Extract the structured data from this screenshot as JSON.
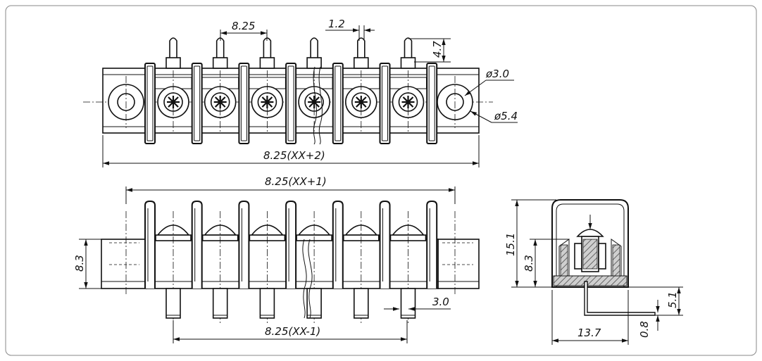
{
  "dimensions": {
    "pitch": "8.25",
    "pin_width": "1.2",
    "pin_length": "4.7",
    "hole_diameter": "ø3.0",
    "boss_diameter": "ø5.4",
    "top_overall": "8.25(XX+2)",
    "front_overall": "8.25(XX+1)",
    "front_height": "8.3",
    "pin_diameter": "3.0",
    "pin_span": "8.25(XX-1)",
    "side_height": "15.1",
    "side_height_inner": "8.3",
    "side_pin_offset": "5.1",
    "side_width": "13.7",
    "pin_thickness": "0.8"
  },
  "views": {
    "top": {
      "positions": 6
    },
    "front": {
      "positions": 6
    },
    "side": {}
  }
}
